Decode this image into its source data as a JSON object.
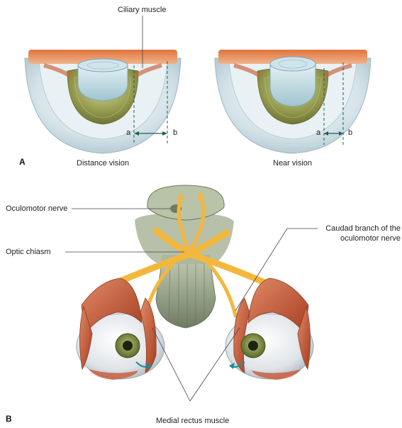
{
  "panel_a": {
    "letter": "A",
    "top_label": "Ciliary muscle",
    "left_caption": "Distance vision",
    "right_caption": "Near vision",
    "marker_a": "a",
    "marker_b": "b"
  },
  "panel_b": {
    "letter": "B",
    "labels": {
      "oculomotor_nerve": "Oculomotor nerve",
      "optic_chiasm": "Optic chiasm",
      "caudad_branch_line1": "Caudad branch of the",
      "caudad_branch_line2": "oculomotor nerve",
      "medial_rectus": "Medial rectus muscle"
    }
  },
  "colors": {
    "lens": "#b8d6df",
    "iris": "#8e9550",
    "globe": "#dde9ee",
    "muscle": "#c9593a",
    "nerve": "#f4b73d",
    "brainstem": "#a9b598",
    "arrow": "#1f8c95",
    "guide": "#1d5e5a"
  }
}
